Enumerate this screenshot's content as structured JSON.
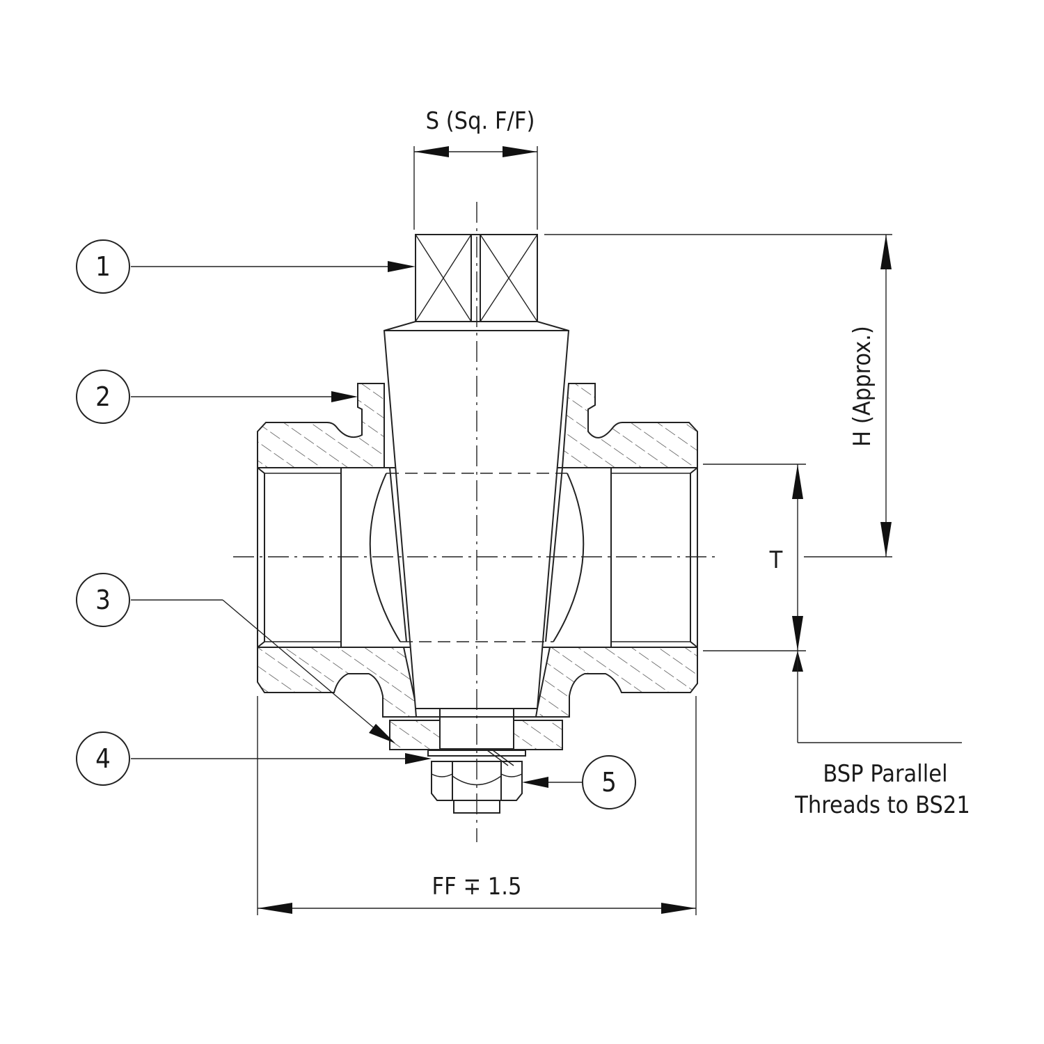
{
  "dimensions": {
    "s": "S (Sq. F/F)",
    "h": "H (Approx.)",
    "t": "T",
    "ff": "FF ∓ 1.5"
  },
  "note": {
    "line1": "BSP Parallel",
    "line2": "Threads to BS21"
  },
  "callouts": [
    "1",
    "2",
    "3",
    "4",
    "5"
  ]
}
